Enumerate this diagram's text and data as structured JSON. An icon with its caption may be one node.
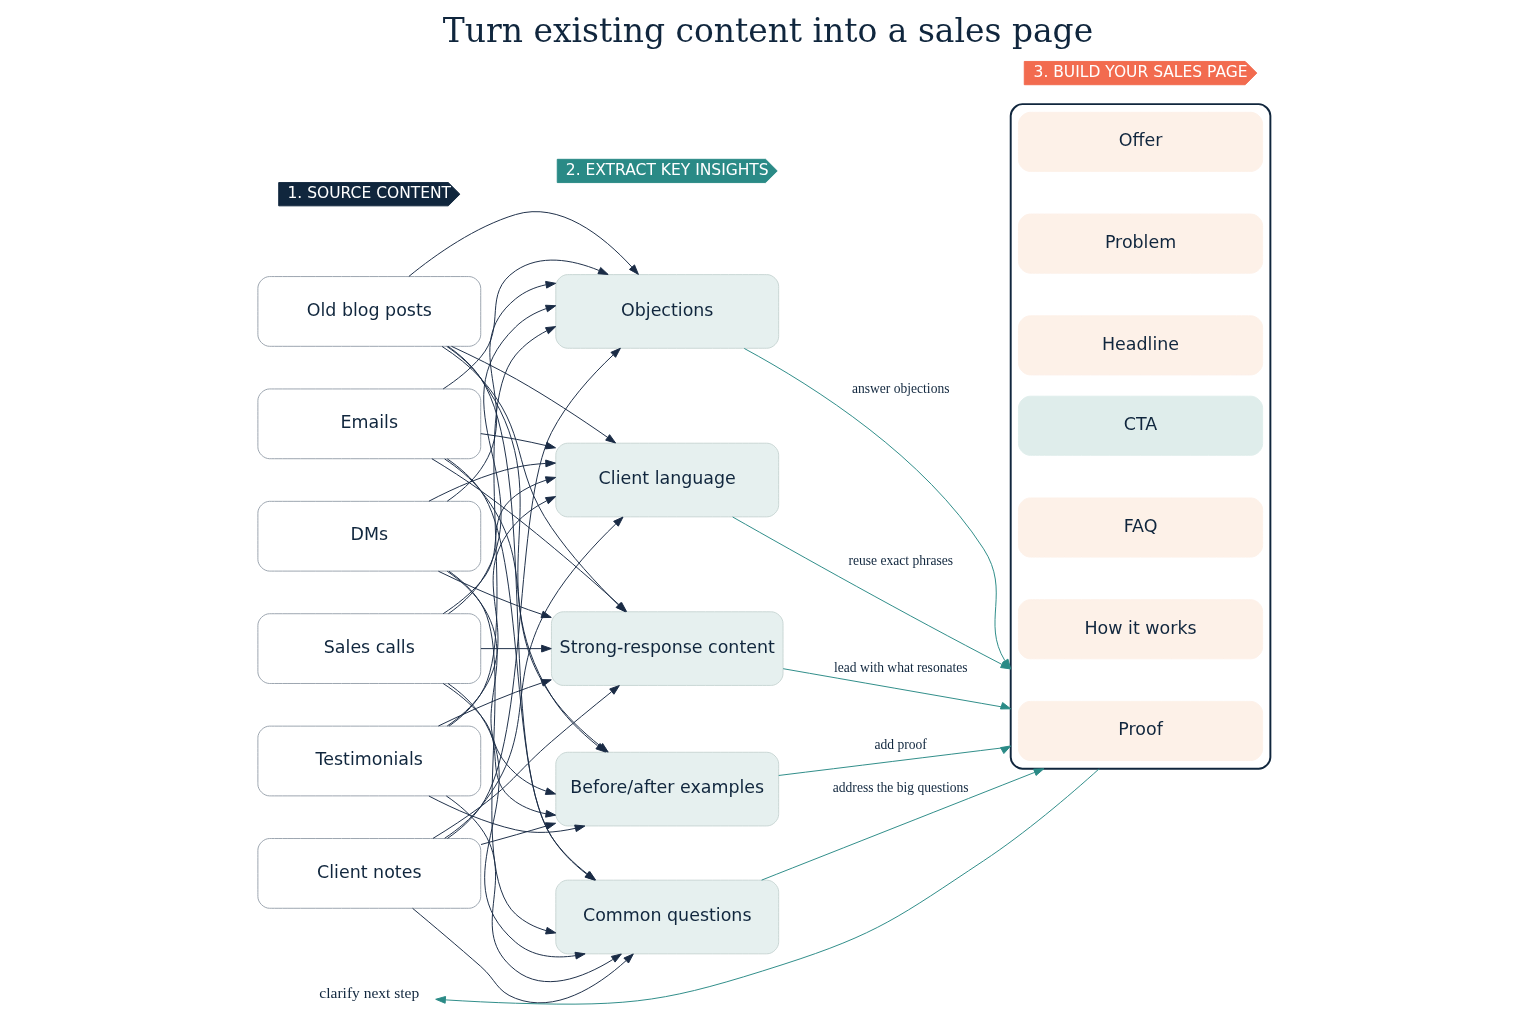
{
  "diagram": {
    "title": "Turn existing content into a sales page",
    "nodes": [
      {
        "text": [
          "1. SOURCE CONTENT"
        ]
      },
      {
        "text": [
          "Old blog posts"
        ]
      },
      {
        "text": [
          "Emails"
        ]
      },
      {
        "text": [
          "DMs"
        ]
      },
      {
        "text": [
          "Sales calls"
        ]
      },
      {
        "text": [
          "Testimonials"
        ]
      },
      {
        "text": [
          "Client notes"
        ]
      },
      {
        "text": [
          "2. EXTRACT KEY INSIGHTS"
        ]
      },
      {
        "text": [
          "Objections"
        ]
      },
      {
        "text": [
          "Client language"
        ]
      },
      {
        "text": [
          "Strong-response content"
        ]
      },
      {
        "text": [
          "Before/after examples"
        ]
      },
      {
        "text": [
          "Common questions"
        ]
      },
      {
        "text": [
          "3. BUILD YOUR SALES PAGE"
        ]
      },
      {
        "text": [],
        "shape": "box"
      },
      {
        "text": [
          "Headline"
        ],
        "in": 14
      },
      {
        "text": [
          "Problem"
        ],
        "in": 14
      },
      {
        "text": [
          "Offer"
        ],
        "in": 14
      },
      {
        "text": [
          "Proof"
        ],
        "in": 14
      },
      {
        "text": [
          "How it works"
        ],
        "in": 14
      },
      {
        "text": [
          "FAQ"
        ],
        "in": 14
      },
      {
        "text": [
          "CTA"
        ],
        "in": 14
      },
      {
        "text": [
          "clarify next step"
        ]
      }
    ],
    "edges": [
      {
        "from": 1,
        "to": 8,
        "arrow": "to"
      },
      {
        "from": 1,
        "to": 9,
        "arrow": "to"
      },
      {
        "from": 1,
        "to": 10,
        "arrow": "to"
      },
      {
        "from": 1,
        "to": 11,
        "arrow": "to"
      },
      {
        "from": 1,
        "to": 12,
        "arrow": "to"
      },
      {
        "from": 2,
        "to": 8,
        "arrow": "to"
      },
      {
        "from": 2,
        "to": 9,
        "arrow": "to"
      },
      {
        "from": 2,
        "to": 10,
        "arrow": "to"
      },
      {
        "from": 2,
        "to": 11,
        "arrow": "to"
      },
      {
        "from": 2,
        "to": 12,
        "arrow": "to"
      },
      {
        "from": 3,
        "to": 8,
        "arrow": "to"
      },
      {
        "from": 3,
        "to": 9,
        "arrow": "to"
      },
      {
        "from": 3,
        "to": 10,
        "arrow": "to"
      },
      {
        "from": 3,
        "to": 11,
        "arrow": "to"
      },
      {
        "from": 3,
        "to": 12,
        "arrow": "to"
      },
      {
        "from": 4,
        "to": 8,
        "arrow": "to"
      },
      {
        "from": 4,
        "to": 9,
        "arrow": "to"
      },
      {
        "from": 4,
        "to": 10,
        "arrow": "to"
      },
      {
        "from": 4,
        "to": 11,
        "arrow": "to"
      },
      {
        "from": 4,
        "to": 12,
        "arrow": "to"
      },
      {
        "from": 5,
        "to": 8,
        "arrow": "to"
      },
      {
        "from": 5,
        "to": 9,
        "arrow": "to"
      },
      {
        "from": 5,
        "to": 10,
        "arrow": "to"
      },
      {
        "from": 5,
        "to": 11,
        "arrow": "to"
      },
      {
        "from": 5,
        "to": 12,
        "arrow": "to"
      },
      {
        "from": 6,
        "to": 8,
        "arrow": "to"
      },
      {
        "from": 6,
        "to": 9,
        "arrow": "to"
      },
      {
        "from": 6,
        "to": 10,
        "arrow": "to"
      },
      {
        "from": 6,
        "to": 11,
        "arrow": "to"
      },
      {
        "from": 6,
        "to": 12,
        "arrow": "to"
      },
      {
        "from": 8,
        "to": 14,
        "arrow": "to",
        "label": "answer objections",
        "color": "#2a8a86"
      },
      {
        "from": 9,
        "to": 14,
        "arrow": "to",
        "label": "reuse exact phrases",
        "color": "#2a8a86"
      },
      {
        "from": 10,
        "to": 14,
        "arrow": "to",
        "label": "lead with what resonates",
        "color": "#2a8a86"
      },
      {
        "from": 11,
        "to": 14,
        "arrow": "to",
        "label": "add proof",
        "color": "#2a8a86"
      },
      {
        "from": 12,
        "to": 14,
        "arrow": "to",
        "label": "address the big questions",
        "color": "#2a8a86"
      },
      {
        "from": 14,
        "to": 22,
        "arrow": "to",
        "color": "#2a8a86"
      }
    ]
  }
}
